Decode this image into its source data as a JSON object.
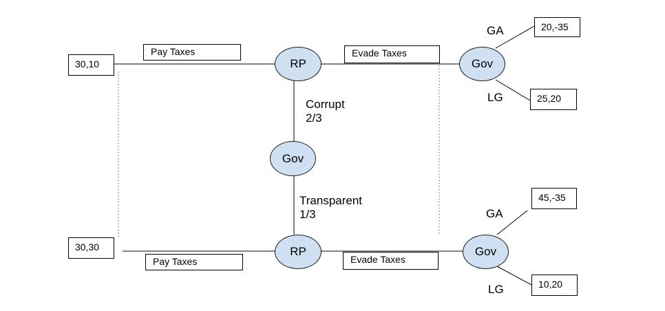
{
  "nodes": {
    "rp_top": "RP",
    "gov_top_right": "Gov",
    "gov_center": "Gov",
    "rp_bottom": "RP",
    "gov_bottom_right": "Gov"
  },
  "payoffs": {
    "top_left": "30,10",
    "bottom_left": "30,30",
    "top_ga": "20,-35",
    "top_lg": "25,20",
    "bottom_ga": "45,-35",
    "bottom_lg": "10,20"
  },
  "edge_labels": {
    "pay_taxes_top": "Pay Taxes",
    "evade_taxes_top": "Evade Taxes",
    "pay_taxes_bottom": "Pay Taxes",
    "evade_taxes_bottom": "Evade Taxes",
    "corrupt": "Corrupt",
    "corrupt_prob": "2/3",
    "transparent": "Transparent",
    "transparent_prob": "1/3",
    "ga_top": "GA",
    "lg_top": "LG",
    "ga_bottom": "GA",
    "lg_bottom": "LG"
  },
  "colors": {
    "node_fill": "#cfe0f3",
    "line": "#000000"
  }
}
